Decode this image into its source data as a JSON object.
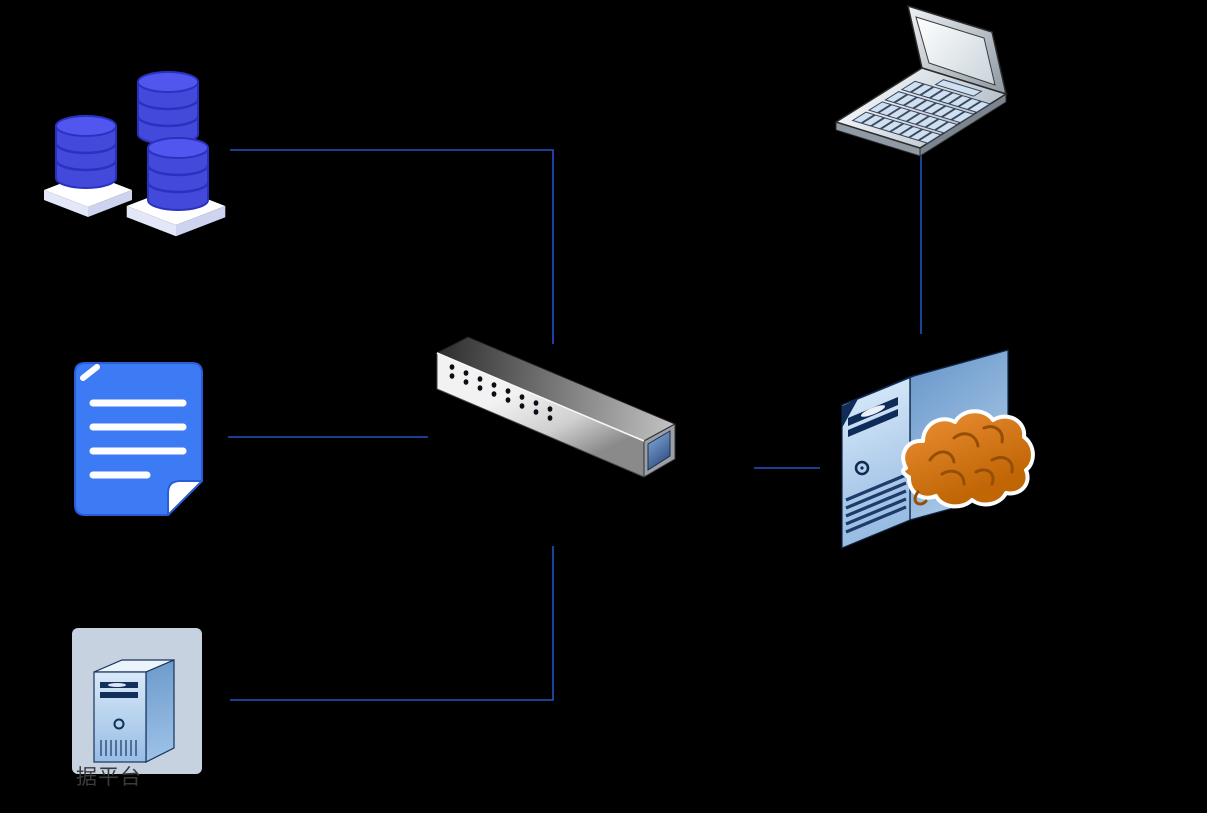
{
  "labels": {
    "platform_caption": "据平台"
  },
  "colors": {
    "background": "#000000",
    "connector_line": "#2453c2",
    "database_indigo": "#4a50e0",
    "document_blue": "#3c7bf4",
    "server_light_blue": "#a9c9e9",
    "brain_orange": "#d9771b",
    "switch_metal_gray": "#bfbfbf",
    "platform_slab_white": "#ffffff"
  },
  "icons": [
    {
      "name": "database-cluster-icon"
    },
    {
      "name": "document-icon"
    },
    {
      "name": "data-platform-server-icon"
    },
    {
      "name": "network-switch-icon"
    },
    {
      "name": "ai-server-icon"
    },
    {
      "name": "brain-icon"
    },
    {
      "name": "laptop-icon"
    }
  ],
  "edges": [
    {
      "from": "database-cluster",
      "to": "switch"
    },
    {
      "from": "document",
      "to": "switch"
    },
    {
      "from": "data-platform-server",
      "to": "switch"
    },
    {
      "from": "switch",
      "to": "ai-server"
    },
    {
      "from": "laptop",
      "to": "ai-server"
    }
  ]
}
